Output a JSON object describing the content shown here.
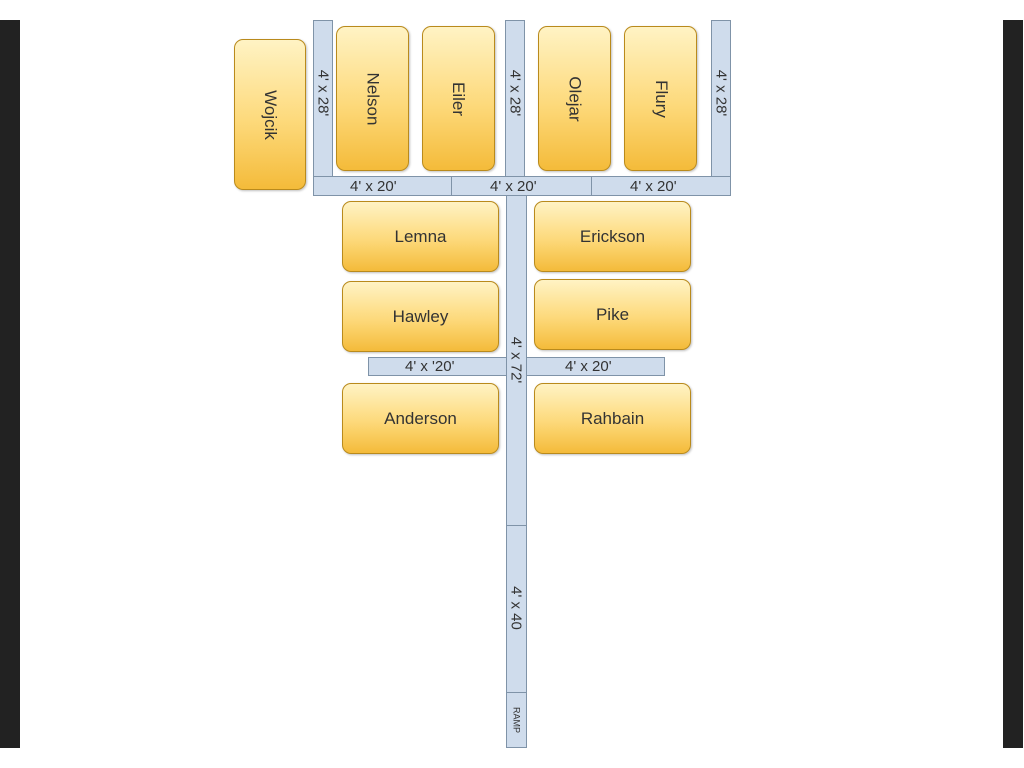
{
  "plots": {
    "wojcik": "Wojcik",
    "nelson": "Nelson",
    "eiler": "Eiler",
    "olejar": "Olejar",
    "flury": "Flury",
    "lemna": "Lemna",
    "erickson": "Erickson",
    "hawley": "Hawley",
    "pike": "Pike",
    "anderson": "Anderson",
    "rahbain": "Rahbain"
  },
  "walkways": {
    "top_left_vertical": "4' x 28'",
    "top_center_vertical": "4' x 28'",
    "top_right_vertical": "4' x 28'",
    "cross_left": "4' x 20'",
    "cross_center": "4' x 20'",
    "cross_right": "4' x 20'",
    "mid_left": "4' x '20'",
    "mid_right": "4' x 20'",
    "main_spine": "4' x 72'",
    "lower_spine": "4' x 40",
    "ramp": "RAMP"
  },
  "colors": {
    "walkway_fill": "#cfdcec",
    "walkway_border": "#7f93a8",
    "plot_fill_top": "#fff3c4",
    "plot_fill_bottom": "#f4bb3a",
    "plot_border": "#b98a1c",
    "side_bar": "#222222"
  }
}
